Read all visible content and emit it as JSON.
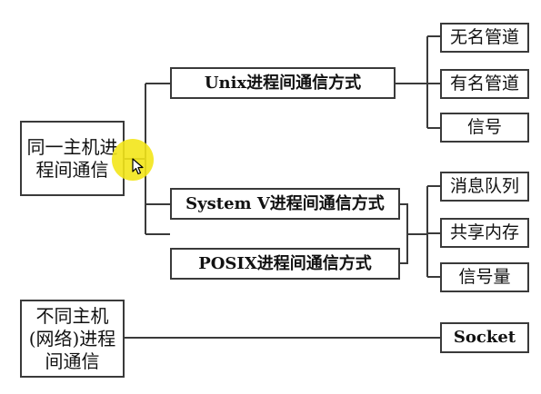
{
  "nodes": {
    "same_host": "同一主机进程间通信",
    "unix": "Unix进程间通信方式",
    "system_v": "System V进程间通信方式",
    "posix": "POSIX进程间通信方式",
    "unnamed_pipe": "无名管道",
    "named_pipe": "有名管道",
    "signal": "信号",
    "msg_queue": "消息队列",
    "shared_mem": "共享内存",
    "semaphore": "信号量",
    "diff_host": "不同主机(网络)进程间通信",
    "socket": "Socket"
  },
  "colors": {
    "line": "#3a3a3a",
    "highlight": "#f3e51a"
  },
  "icons": {
    "cursor": "mouse-pointer-icon"
  }
}
